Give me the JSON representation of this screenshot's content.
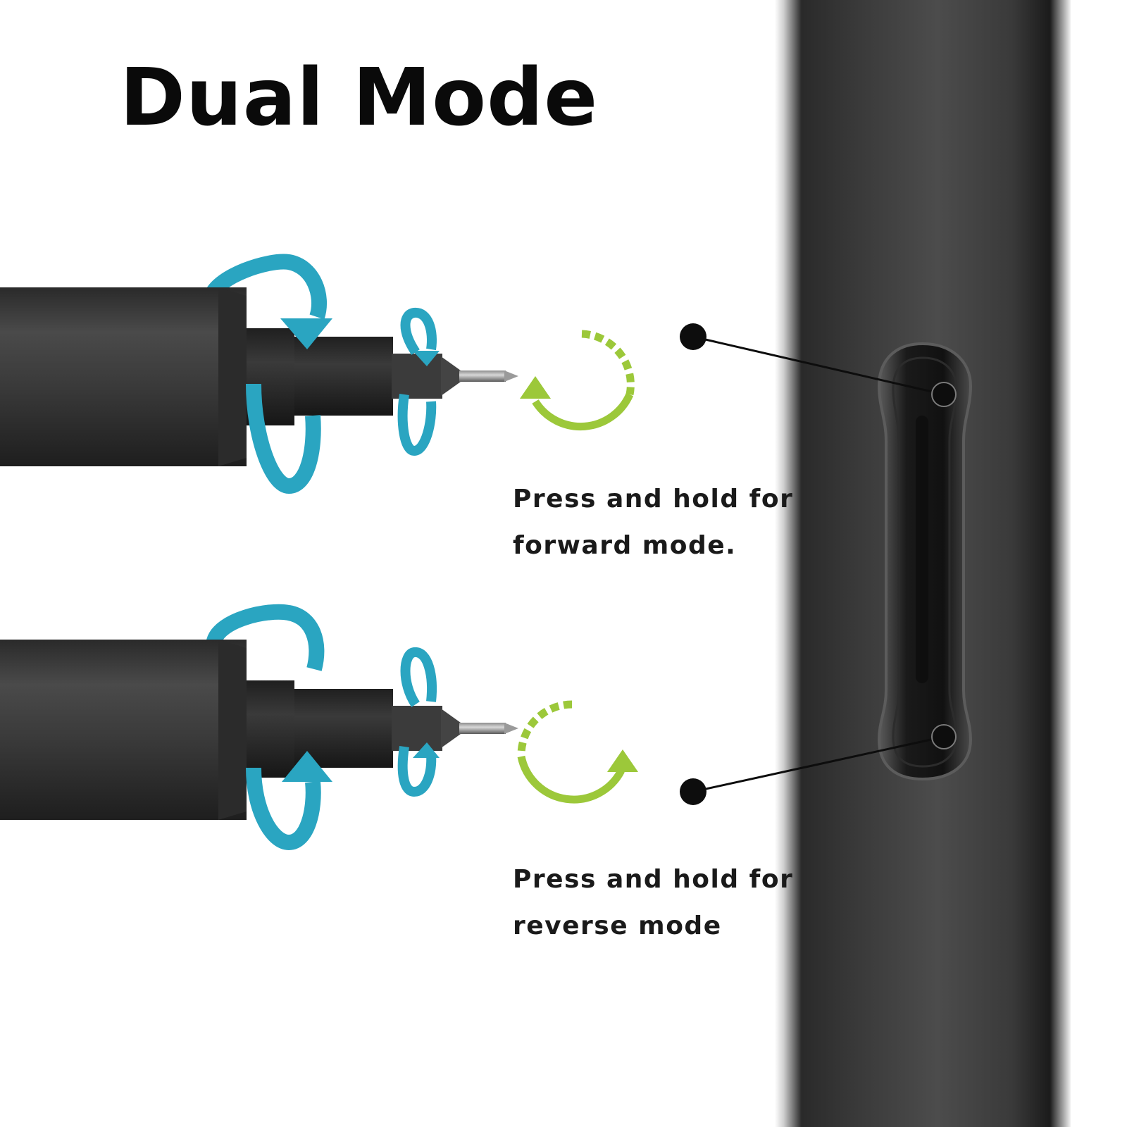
{
  "title": "Dual Mode",
  "modes": [
    {
      "line1": "Press and hold for",
      "line2": "forward mode."
    },
    {
      "line1": "Press and hold for",
      "line2": "reverse mode"
    }
  ],
  "colors": {
    "rotation_arrow": "#2aa5c1",
    "direction_arrow": "#9cc83a",
    "body": "#3a3a3a",
    "leader": "#0d0d0d"
  },
  "icons": {
    "forward_direction": "clockwise-arrow-icon",
    "reverse_direction": "counterclockwise-arrow-icon",
    "rotation": "rotation-arrow-icon"
  }
}
